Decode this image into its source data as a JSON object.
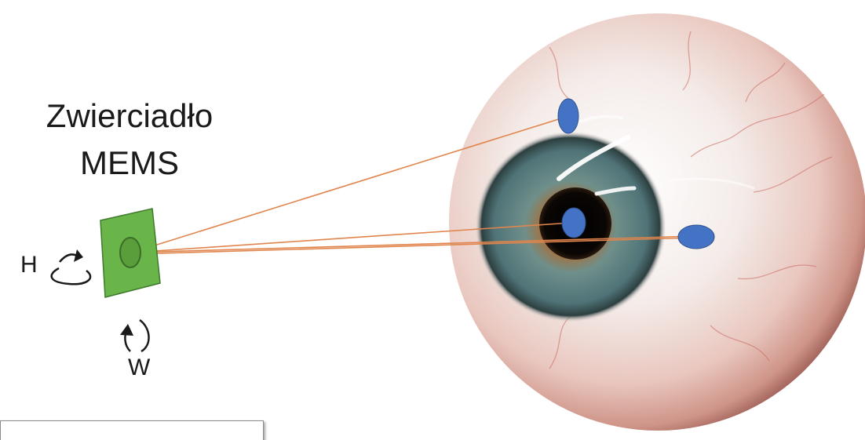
{
  "title": {
    "line1": "Zwierciadło",
    "line2": "MEMS"
  },
  "labels": {
    "horizontal_axis": "H",
    "vertical_axis": "W"
  },
  "colors": {
    "mirror": "#6ab54a",
    "mirror_edge": "#3e7a2c",
    "laser_beam": "#e0854d",
    "spot": "#4472c4",
    "sclera": "#f3ddd6",
    "iris": "#5b8083",
    "iris_inner": "#a86e38",
    "pupil": "#050505"
  },
  "icons": {
    "horizontal_rotation": "rotate-horizontal-icon",
    "vertical_rotation": "rotate-vertical-icon"
  }
}
